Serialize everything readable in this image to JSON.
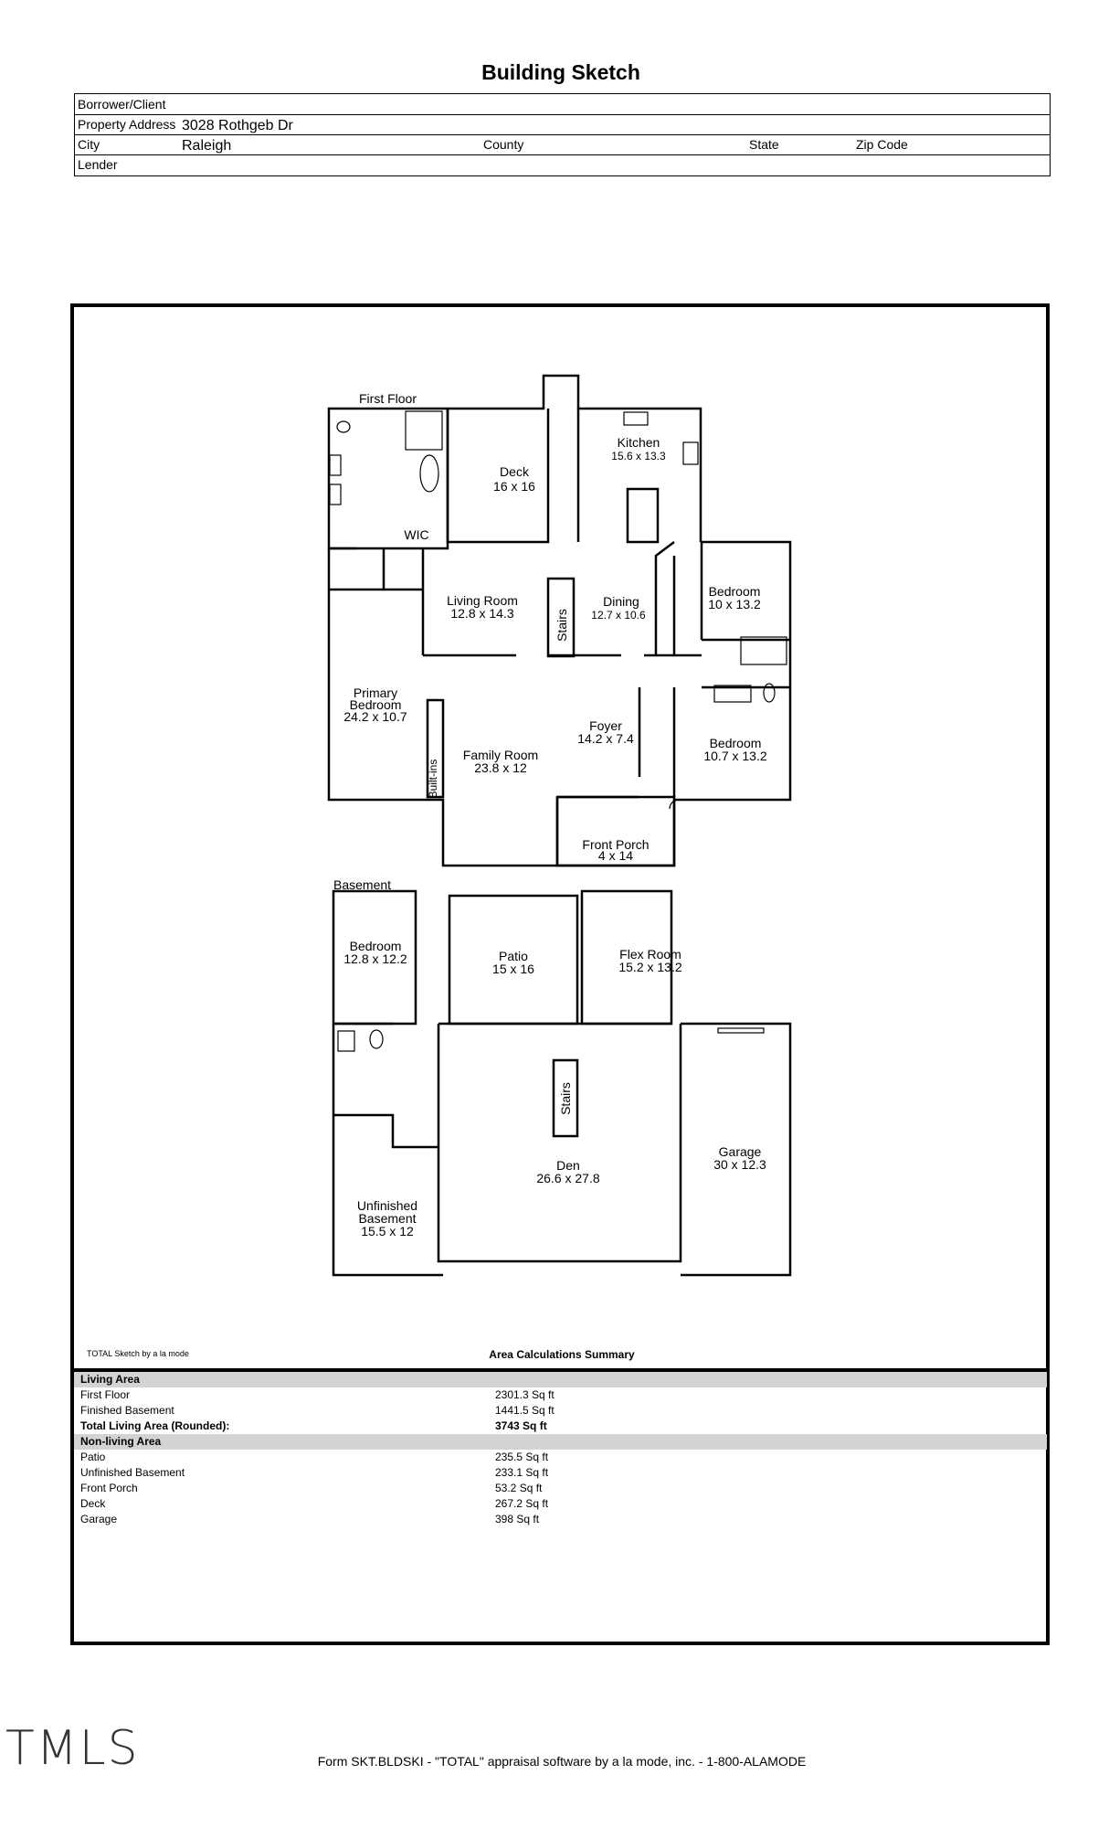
{
  "page_title": "Building Sketch",
  "header": {
    "borrower_label": "Borrower/Client",
    "address_label": "Property Address",
    "address_value": "3028 Rothgeb Dr",
    "city_label": "City",
    "city_value": "Raleigh",
    "county_label": "County",
    "state_label": "State",
    "zip_label": "Zip Code",
    "lender_label": "Lender"
  },
  "plan": {
    "first_floor_label": "First Floor",
    "basement_label": "Basement",
    "rooms": {
      "deck": [
        "Deck",
        "16 x 16"
      ],
      "kitchen": [
        "Kitchen",
        "15.6 x 13.3"
      ],
      "wic": [
        "WIC"
      ],
      "living": [
        "Living Room",
        "12.8 x 14.3"
      ],
      "stairs1": [
        "Stairs"
      ],
      "dining": [
        "Dining",
        "12.7 x 10.6"
      ],
      "bedroom_a": [
        "Bedroom",
        "10 x 13.2"
      ],
      "primary": [
        "Primary",
        "Bedroom",
        "24.2 x 10.7"
      ],
      "builtins": [
        "Built-ins"
      ],
      "family": [
        "Family Room",
        "23.8 x 12"
      ],
      "foyer": [
        "Foyer",
        "14.2 x 7.4"
      ],
      "bedroom_b": [
        "Bedroom",
        "10.7 x 13.2"
      ],
      "porch": [
        "Front Porch",
        "4 x 14"
      ],
      "bedroom_c": [
        "Bedroom",
        "12.8 x 12.2"
      ],
      "patio": [
        "Patio",
        "15 x 16"
      ],
      "flex": [
        "Flex Room",
        "15.2 x 13.2"
      ],
      "stairs2": [
        "Stairs"
      ],
      "den": [
        "Den",
        "26.6 x 27.8"
      ],
      "garage": [
        "Garage",
        "30 x 12.3"
      ],
      "unfinished": [
        "Unfinished",
        "Basement",
        "15.5 x 12"
      ]
    }
  },
  "sketch_credit": "TOTAL Sketch by a la mode",
  "area_title": "Area Calculations Summary",
  "living_area": {
    "heading": "Living Area",
    "rows": [
      {
        "label": "First Floor",
        "value": "2301.3 Sq ft"
      },
      {
        "label": "Finished Basement",
        "value": "1441.5 Sq ft"
      }
    ],
    "total": {
      "label": "Total Living Area (Rounded):",
      "value": "3743 Sq ft"
    }
  },
  "non_living_area": {
    "heading": "Non-living Area",
    "rows": [
      {
        "label": "Patio",
        "value": "235.5 Sq ft"
      },
      {
        "label": "Unfinished Basement",
        "value": "233.1 Sq ft"
      },
      {
        "label": "Front Porch",
        "value": "53.2 Sq ft"
      },
      {
        "label": "Deck",
        "value": "267.2 Sq ft"
      },
      {
        "label": "Garage",
        "value": "398 Sq ft"
      }
    ]
  },
  "watermark": "TMLS",
  "footer": "Form SKT.BLDSKI - \"TOTAL\" appraisal software by a la mode, inc. - 1-800-ALAMODE"
}
